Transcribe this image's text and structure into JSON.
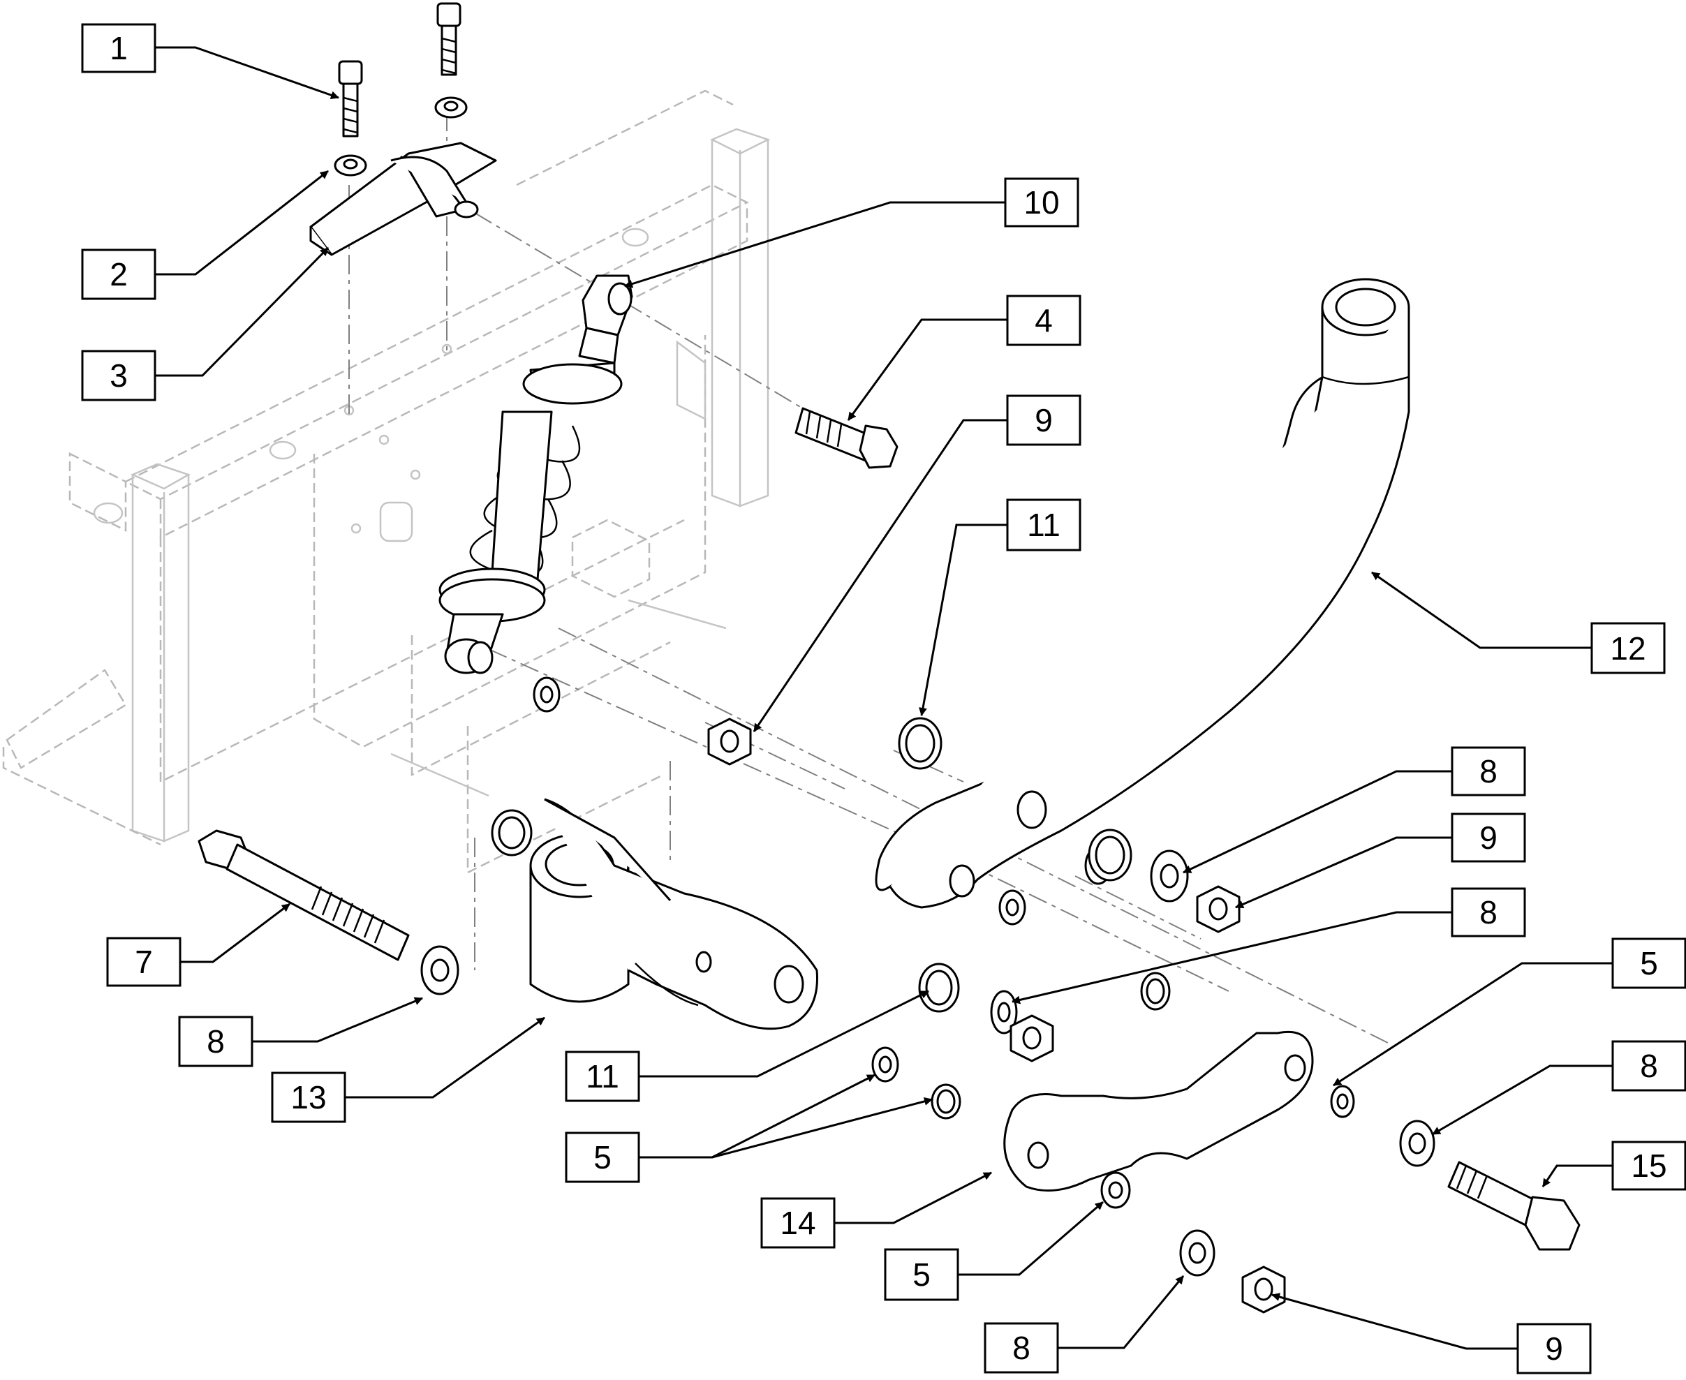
{
  "diagram": {
    "callouts": [
      {
        "id": "c1",
        "label": "1",
        "part": "cap screw"
      },
      {
        "id": "c2",
        "label": "2",
        "part": "lock washer"
      },
      {
        "id": "c3",
        "label": "3",
        "part": "shock mount bracket"
      },
      {
        "id": "c4",
        "label": "4",
        "part": "hex bolt"
      },
      {
        "id": "c5a",
        "label": "5",
        "part": "washer"
      },
      {
        "id": "c5b",
        "label": "5",
        "part": "washer"
      },
      {
        "id": "c5c",
        "label": "5",
        "part": "washer"
      },
      {
        "id": "c7",
        "label": "7",
        "part": "long hex bolt"
      },
      {
        "id": "c8a",
        "label": "8",
        "part": "washer"
      },
      {
        "id": "c8b",
        "label": "8",
        "part": "washer"
      },
      {
        "id": "c8c",
        "label": "8",
        "part": "washer"
      },
      {
        "id": "c8d",
        "label": "8",
        "part": "washer"
      },
      {
        "id": "c8e",
        "label": "8",
        "part": "washer"
      },
      {
        "id": "c9a",
        "label": "9",
        "part": "nut"
      },
      {
        "id": "c9b",
        "label": "9",
        "part": "nut"
      },
      {
        "id": "c9c",
        "label": "9",
        "part": "nut"
      },
      {
        "id": "c10",
        "label": "10",
        "part": "shock absorber"
      },
      {
        "id": "c11a",
        "label": "11",
        "part": "flange bushing"
      },
      {
        "id": "c11b",
        "label": "11",
        "part": "flange bushing"
      },
      {
        "id": "c12",
        "label": "12",
        "part": "caster fork arm"
      },
      {
        "id": "c13",
        "label": "13",
        "part": "pivot arm"
      },
      {
        "id": "c14",
        "label": "14",
        "part": "link plate"
      },
      {
        "id": "c15",
        "label": "15",
        "part": "hex bolt"
      }
    ],
    "colors": {
      "line": "#000000",
      "ghost_frame": "#b8b8b8",
      "center_line": "#808080",
      "background": "#ffffff"
    }
  }
}
